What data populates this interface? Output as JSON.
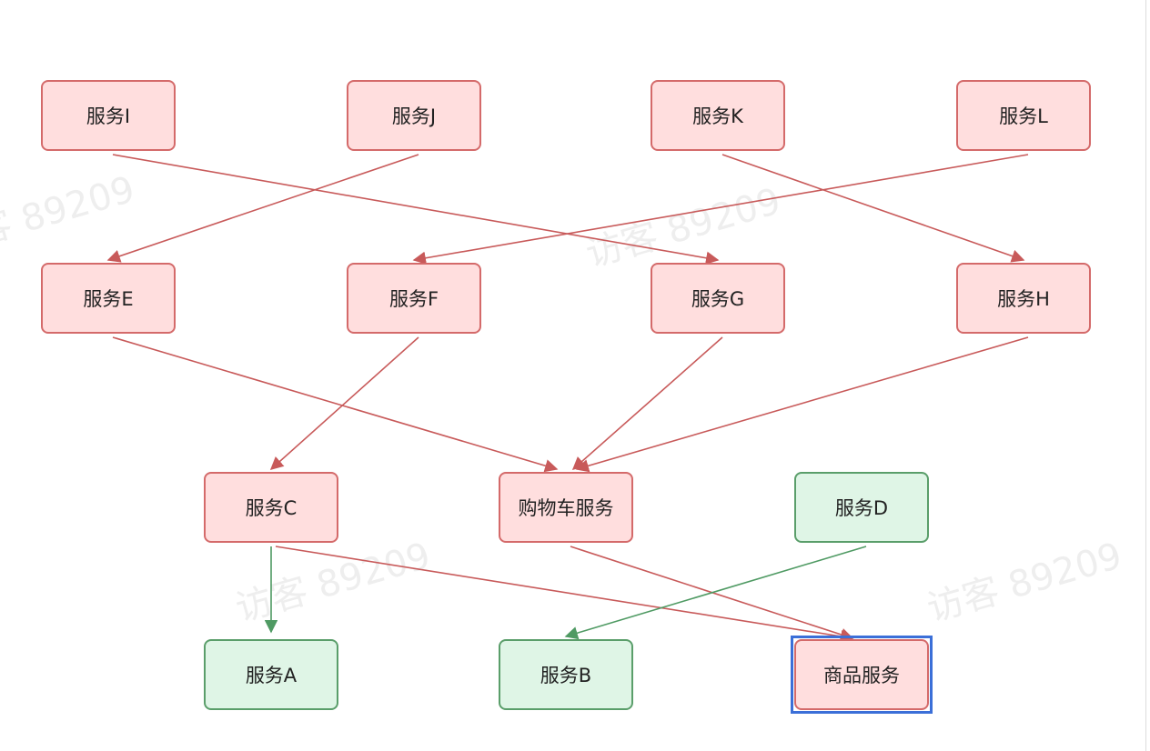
{
  "watermark": "访客 89209",
  "colors": {
    "red_edge": "#c85a5a",
    "green_edge": "#4f9a63",
    "selection": "#3b6fd8"
  },
  "nodes": {
    "i": "服务I",
    "j": "服务J",
    "k": "服务K",
    "l": "服务L",
    "e": "服务E",
    "f": "服务F",
    "g": "服务G",
    "h": "服务H",
    "c": "服务C",
    "cart": "购物车服务",
    "d": "服务D",
    "a": "服务A",
    "b": "服务B",
    "product": "商品服务"
  },
  "edges": [
    {
      "from": "i",
      "to": "g",
      "color": "red"
    },
    {
      "from": "j",
      "to": "e",
      "color": "red"
    },
    {
      "from": "k",
      "to": "h",
      "color": "red"
    },
    {
      "from": "l",
      "to": "f",
      "color": "red"
    },
    {
      "from": "e",
      "to": "cart",
      "color": "red"
    },
    {
      "from": "f",
      "to": "c",
      "color": "red"
    },
    {
      "from": "g",
      "to": "cart",
      "color": "red"
    },
    {
      "from": "h",
      "to": "cart",
      "color": "red"
    },
    {
      "from": "c",
      "to": "a",
      "color": "green"
    },
    {
      "from": "c",
      "to": "product",
      "color": "red"
    },
    {
      "from": "cart",
      "to": "product",
      "color": "red"
    },
    {
      "from": "d",
      "to": "b",
      "color": "green"
    }
  ]
}
